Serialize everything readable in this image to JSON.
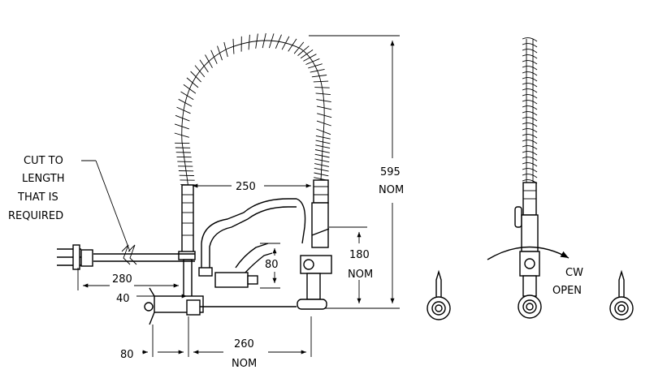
{
  "note": {
    "lines": [
      "CUT TO",
      "LENGTH",
      "THAT IS",
      "REQUIRED"
    ]
  },
  "dimensions": {
    "height_total": "595",
    "height_total_suffix": "NOM",
    "spout_reach": "250",
    "valve_height": "180",
    "valve_height_suffix": "NOM",
    "spout_drop": "80",
    "wall_length": "280",
    "wall_offset": "40",
    "base_offset": "80",
    "base_width": "260",
    "base_width_suffix": "NOM"
  },
  "rotation": {
    "direction": "CW",
    "label": "OPEN"
  },
  "colors": {
    "line": "#000000",
    "background": "#ffffff"
  }
}
